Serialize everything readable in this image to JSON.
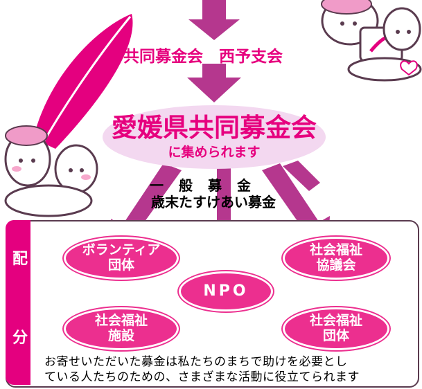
{
  "top": {
    "branch_label": "共同募金会　西予支会",
    "main_title": "愛媛県共同募金会",
    "main_subtitle": "に集められます"
  },
  "funds": {
    "line1": "一　般　募　金",
    "line2": "歳末たすけあい募金"
  },
  "distribution": {
    "side_label_1": "配",
    "side_label_2": "分",
    "nodes": {
      "volunteer_line1": "ボランティア",
      "volunteer_line2": "団体",
      "npo": "NPO",
      "council_line1": "社会福祉",
      "council_line2": "協議会",
      "facility_line1": "社会福祉",
      "facility_line2": "施設",
      "group_line1": "社会福祉",
      "group_line2": "団体"
    },
    "footer_line1": "お寄せいただいた募金は私たちのまちで助けを必要とし",
    "footer_line2": "ている人たちのための、さまざまな活動に役立てられます"
  },
  "colors": {
    "magenta": "#e6007e",
    "arrow": "#b5378e",
    "oval_light": "#f3d8f0",
    "node": "#ec2f8f"
  }
}
